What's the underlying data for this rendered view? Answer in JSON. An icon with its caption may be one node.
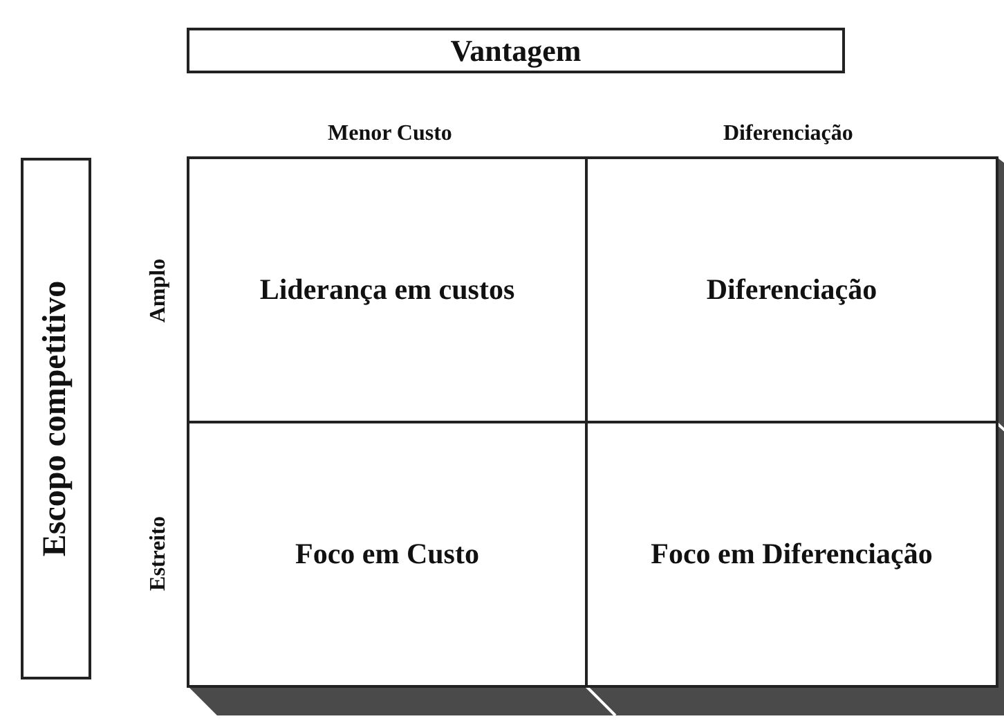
{
  "diagram": {
    "nodes": [
      {
        "text": [
          "Vantagem"
        ]
      },
      {
        "text": [
          "Escopo competitivo"
        ]
      },
      {
        "text": [
          "Liderança em custos"
        ]
      },
      {
        "text": [
          "Diferenciação"
        ]
      },
      {
        "text": [
          "Foco em Custo"
        ]
      },
      {
        "text": [
          "Foco em Diferenciação"
        ]
      }
    ],
    "edges": [],
    "labels": [
      "Menor Custo",
      "Diferenciação",
      "Amplo",
      "Estreito"
    ]
  }
}
